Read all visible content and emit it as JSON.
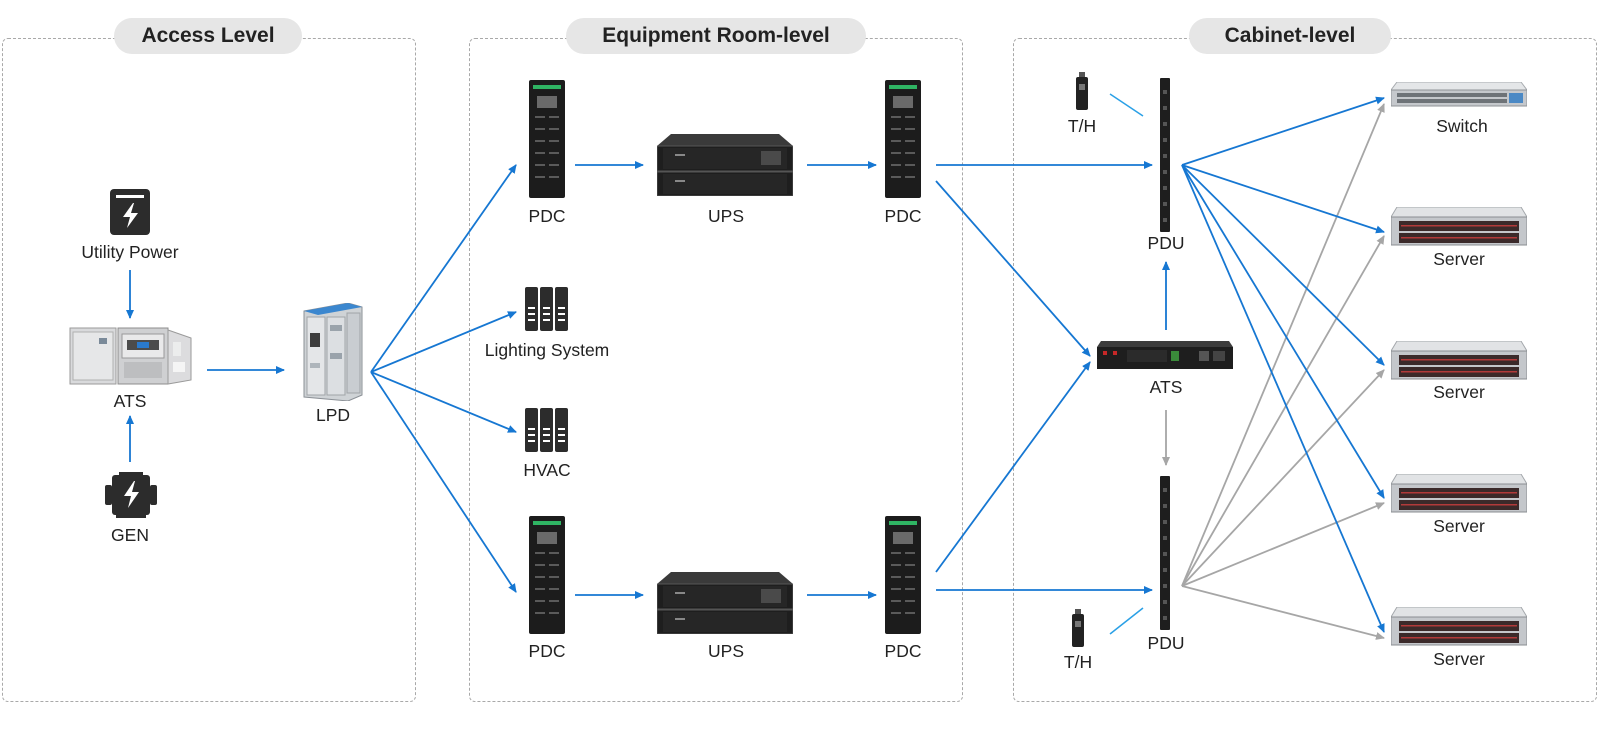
{
  "zones": {
    "access": "Access Level",
    "equipment_room": "Equipment Room-level",
    "cabinet": "Cabinet-level"
  },
  "access": {
    "utility_power": "Utility Power",
    "ats": "ATS",
    "gen": "GEN",
    "lpd": "LPD"
  },
  "equipment_room": {
    "pdc_top_left": "PDC",
    "ups_top": "UPS",
    "pdc_top_right": "PDC",
    "lighting": "Lighting System",
    "hvac": "HVAC",
    "pdc_bottom_left": "PDC",
    "ups_bottom": "UPS",
    "pdc_bottom_right": "PDC"
  },
  "cabinet": {
    "th_top": "T/H",
    "pdu_top": "PDU",
    "ats": "ATS",
    "pdu_bottom": "PDU",
    "th_bottom": "T/H",
    "switch": "Switch",
    "server_1": "Server",
    "server_2": "Server",
    "server_3": "Server",
    "server_4": "Server"
  },
  "colors": {
    "primary_link": "#1677d2",
    "secondary_link": "#a6a6a6",
    "dark_device": "#2c2c2c",
    "zone_border": "#a9a9a9",
    "zone_title_bg": "#e6e6e6"
  },
  "icons": {
    "utility_power": "lightning-panel-icon",
    "gen": "generator-icon",
    "lighting": "cabinet-rack-icon",
    "hvac": "cabinet-rack-icon"
  }
}
